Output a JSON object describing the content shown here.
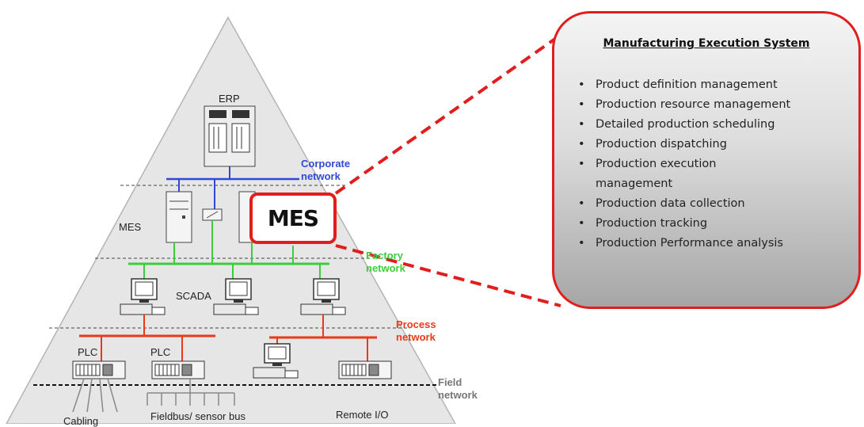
{
  "pyramid": {
    "top_label": "ERP",
    "levels": [
      "MES",
      "SCADA"
    ],
    "plc_labels": [
      "PLC",
      "PLC"
    ],
    "bottom_labels": [
      "Cabling",
      "Fieldbus/ sensor bus",
      "Remote I/O"
    ]
  },
  "networks": {
    "corporate": [
      "Corporate",
      "network"
    ],
    "factory": [
      "Factory",
      "network"
    ],
    "process": [
      "Process",
      "network"
    ],
    "field": [
      "Field",
      "network"
    ]
  },
  "mes_tag": "MES",
  "panel": {
    "title": "Manufacturing Execution System",
    "items": [
      "Product definition management",
      "Production resource management",
      "Detailed production scheduling",
      "Production dispatching",
      "Production execution",
      "management",
      "Production data collection",
      "Production tracking",
      "Production Performance analysis"
    ]
  },
  "colors": {
    "callout_red": "#e21d1d",
    "corporate_blue": "#2f49d6",
    "factory_green": "#3dcc3d",
    "process_red": "#e83a1a",
    "pyramid_fill": "#e6e6e6"
  }
}
